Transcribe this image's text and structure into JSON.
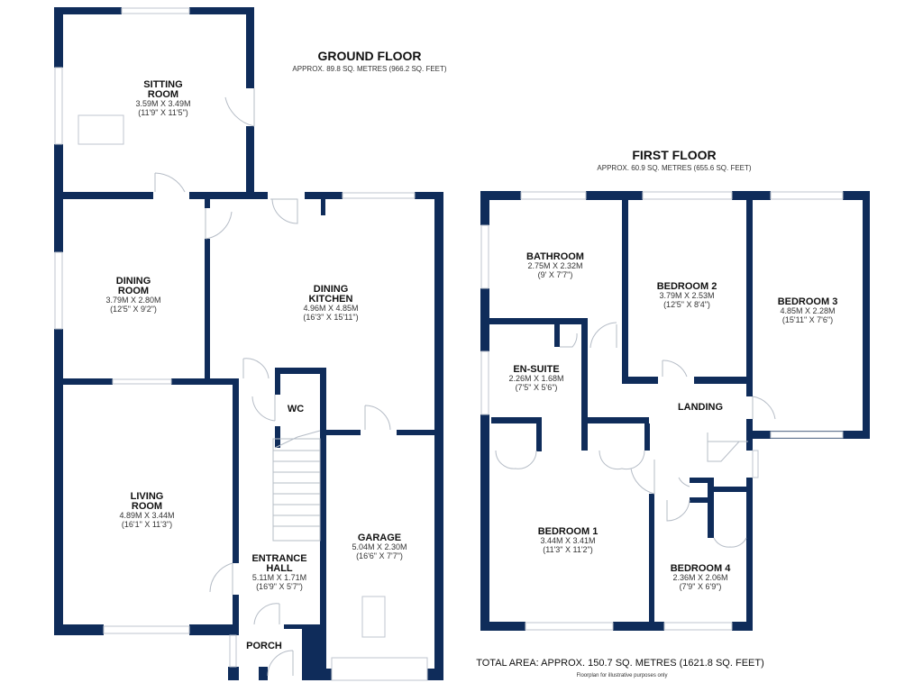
{
  "ground_floor": {
    "title": "GROUND FLOOR",
    "area": "APPROX. 89.8 SQ. METRES (966.2 SQ. FEET)",
    "rooms": [
      {
        "name1": "SITTING",
        "name2": "ROOM",
        "metric": "3.59M X 3.49M",
        "imperial": "(11'9\" X 11'5\")"
      },
      {
        "name1": "DINING",
        "name2": "ROOM",
        "metric": "3.79M X 2.80M",
        "imperial": "(12'5\" X 9'2\")"
      },
      {
        "name1": "DINING",
        "name2": "KITCHEN",
        "metric": "4.96M X 4.85M",
        "imperial": "(16'3\" X 15'11\")"
      },
      {
        "name1": "LIVING",
        "name2": "ROOM",
        "metric": "4.89M X 3.44M",
        "imperial": "(16'1\" X 11'3\")"
      },
      {
        "name1": "WC"
      },
      {
        "name1": "ENTRANCE",
        "name2": "HALL",
        "metric": "5.11M X 1.71M",
        "imperial": "(16'9\" X 5'7\")"
      },
      {
        "name1": "GARAGE",
        "metric": "5.04M X 2.30M",
        "imperial": "(16'6\" X 7'7\")"
      },
      {
        "name1": "PORCH"
      }
    ]
  },
  "first_floor": {
    "title": "FIRST FLOOR",
    "area": "APPROX. 60.9 SQ. METRES (655.6 SQ. FEET)",
    "rooms": [
      {
        "name1": "BATHROOM",
        "metric": "2.75M X 2.32M",
        "imperial": "(9' X 7'7\")"
      },
      {
        "name1": "BEDROOM 2",
        "metric": "3.79M X 2.53M",
        "imperial": "(12'5\" X 8'4\")"
      },
      {
        "name1": "BEDROOM 3",
        "metric": "4.85M X 2.28M",
        "imperial": "(15'11\" X 7'6\")"
      },
      {
        "name1": "EN-SUITE",
        "metric": "2.26M X 1.68M",
        "imperial": "(7'5\" X 5'6\")"
      },
      {
        "name1": "LANDING"
      },
      {
        "name1": "BEDROOM 1",
        "metric": "3.44M X 3.41M",
        "imperial": "(11'3\" X 11'2\")"
      },
      {
        "name1": "BEDROOM 4",
        "metric": "2.36M X 2.06M",
        "imperial": "(7'9\" X 6'9\")"
      }
    ]
  },
  "footer": {
    "total": "TOTAL AREA: APPROX. 150.7 SQ. METRES (1621.8 SQ. FEET)",
    "note": "Floorplan for illustrative purposes only"
  },
  "colors": {
    "wall": "#0f2c5a",
    "window": "#bfc6cf"
  }
}
